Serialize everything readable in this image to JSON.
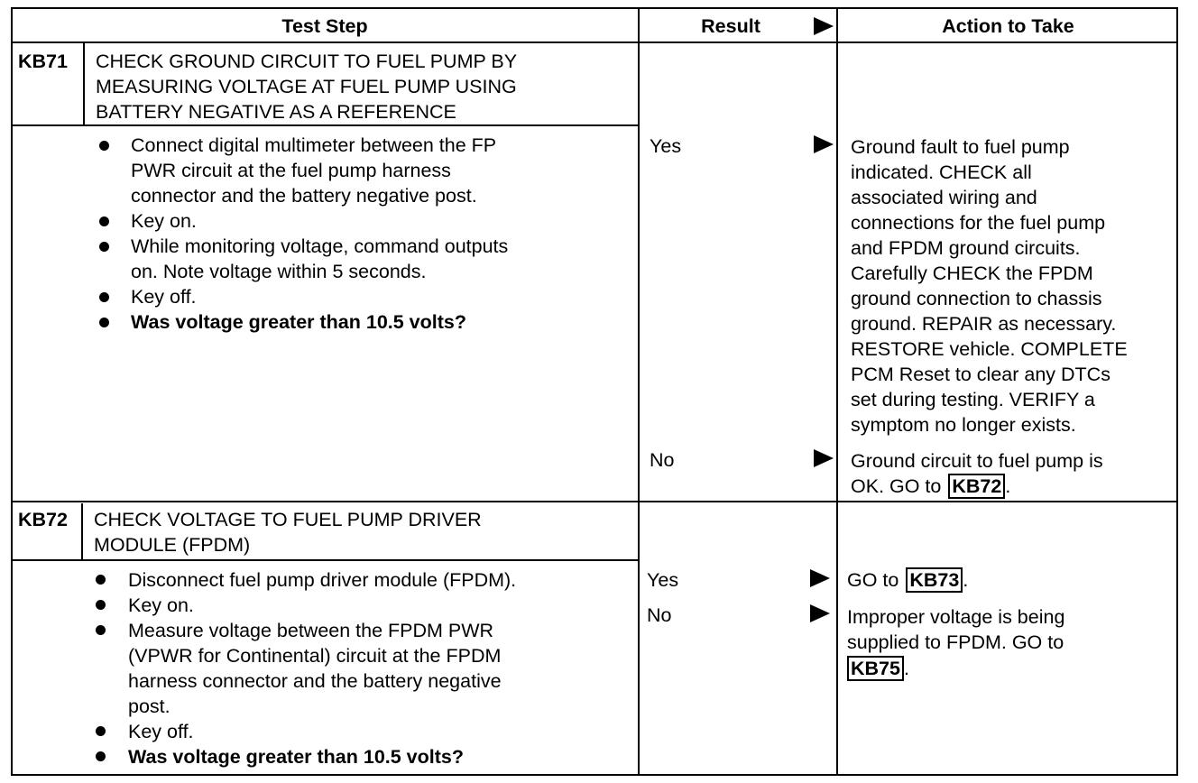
{
  "header": {
    "test_step": "Test Step",
    "result": "Result",
    "action": "Action to Take"
  },
  "steps": [
    {
      "code": "KB71",
      "title_lines": [
        "CHECK GROUND CIRCUIT TO FUEL PUMP BY",
        "MEASURING VOLTAGE AT FUEL PUMP USING",
        "BATTERY NEGATIVE AS A REFERENCE"
      ],
      "bullets": [
        [
          "Connect digital multimeter between the FP",
          "PWR circuit at the fuel pump harness",
          "connector and the battery negative post."
        ],
        [
          "Key on."
        ],
        [
          "While monitoring voltage, command outputs",
          "on. Note voltage within 5 seconds."
        ],
        [
          "Key off."
        ],
        [
          "Was voltage greater than 10.5 volts?"
        ]
      ],
      "results": [
        {
          "label": "Yes",
          "action_lines": [
            "Ground fault to fuel pump",
            "indicated. CHECK all",
            "associated wiring and",
            "connections for the fuel pump",
            "and FPDM ground circuits.",
            "Carefully CHECK the FPDM",
            "ground connection to chassis",
            "ground. REPAIR as necessary.",
            "RESTORE vehicle. COMPLETE",
            "PCM Reset to clear any DTCs",
            "set during testing. VERIFY a",
            "symptom no longer exists."
          ]
        },
        {
          "label": "No",
          "action_lines": [
            "Ground circuit to fuel pump is",
            "OK. GO to"
          ],
          "ref": "KB72"
        }
      ]
    },
    {
      "code": "KB72",
      "title_lines": [
        "CHECK VOLTAGE TO FUEL PUMP DRIVER",
        "MODULE (FPDM)"
      ],
      "bullets": [
        [
          "Disconnect fuel pump driver module (FPDM)."
        ],
        [
          "Key on."
        ],
        [
          "Measure voltage between the FPDM PWR",
          "(VPWR for Continental) circuit at the FPDM",
          "harness connector and the battery negative",
          "post."
        ],
        [
          "Key off."
        ],
        [
          "Was voltage greater than 10.5 volts?"
        ]
      ],
      "results": [
        {
          "label": "Yes",
          "action_lines": [
            "GO to"
          ],
          "ref": "KB73"
        },
        {
          "label": "No",
          "action_lines": [
            "Improper voltage is being",
            "supplied to FPDM. GO to"
          ],
          "ref": "KB75"
        }
      ]
    }
  ]
}
